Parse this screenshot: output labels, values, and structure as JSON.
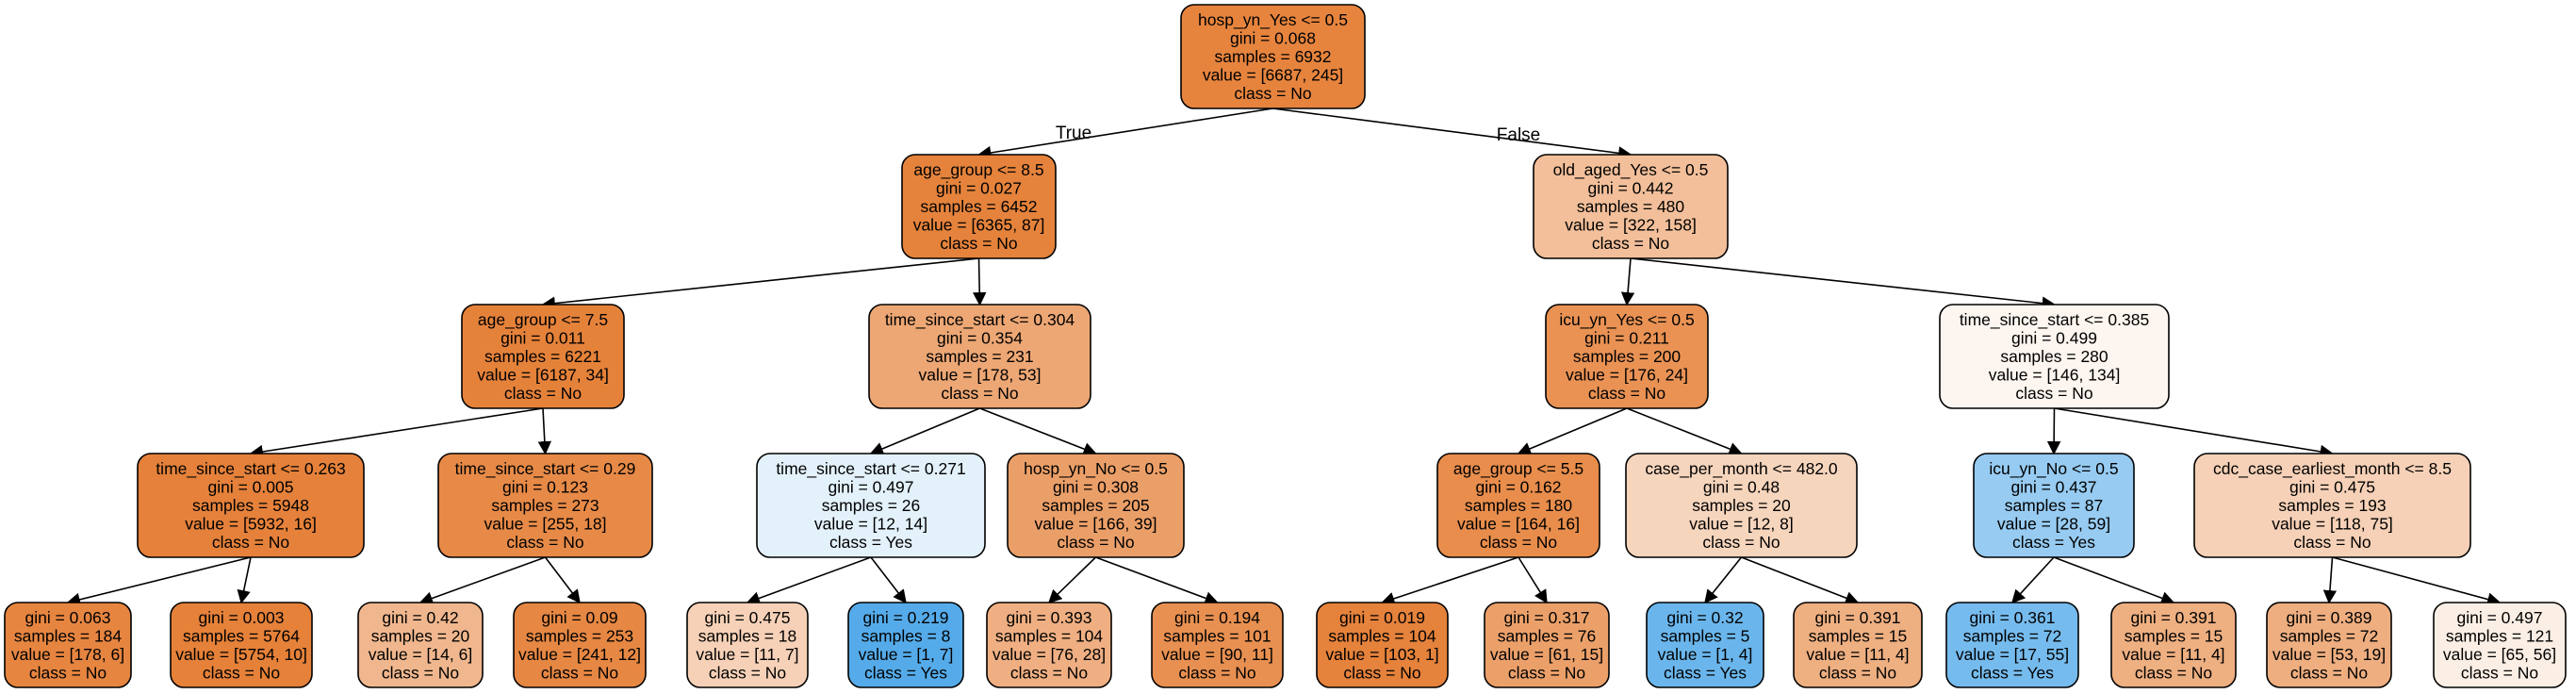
{
  "colors": {
    "class_no": "#e58139",
    "class_yes": "#399de5",
    "edge": "#000000"
  },
  "edge_labels": {
    "true_label": "True",
    "false_label": "False"
  },
  "nodes": [
    {
      "id": "n0",
      "lines": [
        "hosp_yn_Yes <= 0.5",
        "gini = 0.068",
        "samples = 6932",
        "value = [6687, 245]",
        "class = No"
      ],
      "fill": "#e6843e"
    },
    {
      "id": "n1",
      "lines": [
        "age_group <= 8.5",
        "gini = 0.027",
        "samples = 6452",
        "value = [6365, 87]",
        "class = No"
      ],
      "fill": "#e5833c"
    },
    {
      "id": "n2",
      "lines": [
        "age_group <= 7.5",
        "gini = 0.011",
        "samples = 6221",
        "value = [6187, 34]",
        "class = No"
      ],
      "fill": "#e5823a"
    },
    {
      "id": "n3",
      "lines": [
        "time_since_start <= 0.263",
        "gini = 0.005",
        "samples = 5948",
        "value = [5932, 16]",
        "class = No"
      ],
      "fill": "#e5813a"
    },
    {
      "id": "n4",
      "lines": [
        "gini = 0.063",
        "samples = 184",
        "value = [178, 6]",
        "class = No"
      ],
      "fill": "#e68540"
    },
    {
      "id": "n5",
      "lines": [
        "gini = 0.003",
        "samples = 5764",
        "value = [5754, 10]",
        "class = No"
      ],
      "fill": "#e58139"
    },
    {
      "id": "n6",
      "lines": [
        "time_since_start <= 0.29",
        "gini = 0.123",
        "samples = 273",
        "value = [255, 18]",
        "class = No"
      ],
      "fill": "#e78a47"
    },
    {
      "id": "n7",
      "lines": [
        "gini = 0.42",
        "samples = 20",
        "value = [14, 6]",
        "class = No"
      ],
      "fill": "#f0b78e"
    },
    {
      "id": "n8",
      "lines": [
        "gini = 0.09",
        "samples = 253",
        "value = [241, 12]",
        "class = No"
      ],
      "fill": "#e68743"
    },
    {
      "id": "n9",
      "lines": [
        "time_since_start <= 0.304",
        "gini = 0.354",
        "samples = 231",
        "value = [178, 53]",
        "class = No"
      ],
      "fill": "#eda774"
    },
    {
      "id": "n10",
      "lines": [
        "time_since_start <= 0.271",
        "gini = 0.497",
        "samples = 26",
        "value = [12, 14]",
        "class = Yes"
      ],
      "fill": "#e3f1fb"
    },
    {
      "id": "n11",
      "lines": [
        "gini = 0.475",
        "samples = 18",
        "value = [11, 7]",
        "class = No"
      ],
      "fill": "#f6d1b7"
    },
    {
      "id": "n12",
      "lines": [
        "gini = 0.219",
        "samples = 8",
        "value = [1, 7]",
        "class = Yes"
      ],
      "fill": "#55abe9"
    },
    {
      "id": "n13",
      "lines": [
        "hosp_yn_No <= 0.5",
        "gini = 0.308",
        "samples = 205",
        "value = [166, 39]",
        "class = No"
      ],
      "fill": "#eb9f68"
    },
    {
      "id": "n14",
      "lines": [
        "gini = 0.393",
        "samples = 104",
        "value = [76, 28]",
        "class = No"
      ],
      "fill": "#efaf82"
    },
    {
      "id": "n15",
      "lines": [
        "gini = 0.194",
        "samples = 101",
        "value = [90, 11]",
        "class = No"
      ],
      "fill": "#e89051"
    },
    {
      "id": "n16",
      "lines": [
        "old_aged_Yes <= 0.5",
        "gini = 0.442",
        "samples = 480",
        "value = [322, 158]",
        "class = No"
      ],
      "fill": "#f2bf9a"
    },
    {
      "id": "n17",
      "lines": [
        "icu_yn_Yes <= 0.5",
        "gini = 0.211",
        "samples = 200",
        "value = [176, 24]",
        "class = No"
      ],
      "fill": "#e99254"
    },
    {
      "id": "n18",
      "lines": [
        "age_group <= 5.5",
        "gini = 0.162",
        "samples = 180",
        "value = [164, 16]",
        "class = No"
      ],
      "fill": "#e88d4c"
    },
    {
      "id": "n19",
      "lines": [
        "gini = 0.019",
        "samples = 104",
        "value = [103, 1]",
        "class = No"
      ],
      "fill": "#e5823b"
    },
    {
      "id": "n20",
      "lines": [
        "gini = 0.317",
        "samples = 76",
        "value = [61, 15]",
        "class = No"
      ],
      "fill": "#eba06a"
    },
    {
      "id": "n21",
      "lines": [
        "case_per_month <= 482.0",
        "gini = 0.48",
        "samples = 20",
        "value = [12, 8]",
        "class = No"
      ],
      "fill": "#f6d5bd"
    },
    {
      "id": "n22",
      "lines": [
        "gini = 0.32",
        "samples = 5",
        "value = [1, 4]",
        "class = Yes"
      ],
      "fill": "#6ab6ec"
    },
    {
      "id": "n23",
      "lines": [
        "gini = 0.391",
        "samples = 15",
        "value = [11, 4]",
        "class = No"
      ],
      "fill": "#eeaf81"
    },
    {
      "id": "n24",
      "lines": [
        "time_since_start <= 0.385",
        "gini = 0.499",
        "samples = 280",
        "value = [146, 134]",
        "class = No"
      ],
      "fill": "#fdf5ef"
    },
    {
      "id": "n25",
      "lines": [
        "icu_yn_No <= 0.5",
        "gini = 0.437",
        "samples = 87",
        "value = [28, 59]",
        "class = Yes"
      ],
      "fill": "#97cbf1"
    },
    {
      "id": "n26",
      "lines": [
        "gini = 0.361",
        "samples = 72",
        "value = [17, 55]",
        "class = Yes"
      ],
      "fill": "#76bbed"
    },
    {
      "id": "n27",
      "lines": [
        "gini = 0.391",
        "samples = 15",
        "value = [11, 4]",
        "class = No"
      ],
      "fill": "#eeaf81"
    },
    {
      "id": "n28",
      "lines": [
        "cdc_case_earliest_month <= 8.5",
        "gini = 0.475",
        "samples = 193",
        "value = [118, 75]",
        "class = No"
      ],
      "fill": "#f6d1b7"
    },
    {
      "id": "n29",
      "lines": [
        "gini = 0.389",
        "samples = 72",
        "value = [53, 19]",
        "class = No"
      ],
      "fill": "#eeae80"
    },
    {
      "id": "n30",
      "lines": [
        "gini = 0.497",
        "samples = 121",
        "value = [65, 56]",
        "class = No"
      ],
      "fill": "#fbeee4"
    }
  ],
  "edges": [
    [
      "n0",
      "n1"
    ],
    [
      "n0",
      "n16"
    ],
    [
      "n1",
      "n2"
    ],
    [
      "n1",
      "n9"
    ],
    [
      "n2",
      "n3"
    ],
    [
      "n2",
      "n6"
    ],
    [
      "n3",
      "n4"
    ],
    [
      "n3",
      "n5"
    ],
    [
      "n6",
      "n7"
    ],
    [
      "n6",
      "n8"
    ],
    [
      "n9",
      "n10"
    ],
    [
      "n9",
      "n13"
    ],
    [
      "n10",
      "n11"
    ],
    [
      "n10",
      "n12"
    ],
    [
      "n13",
      "n14"
    ],
    [
      "n13",
      "n15"
    ],
    [
      "n16",
      "n17"
    ],
    [
      "n16",
      "n24"
    ],
    [
      "n17",
      "n18"
    ],
    [
      "n17",
      "n21"
    ],
    [
      "n18",
      "n19"
    ],
    [
      "n18",
      "n20"
    ],
    [
      "n21",
      "n22"
    ],
    [
      "n21",
      "n23"
    ],
    [
      "n24",
      "n25"
    ],
    [
      "n24",
      "n28"
    ],
    [
      "n25",
      "n26"
    ],
    [
      "n25",
      "n27"
    ],
    [
      "n28",
      "n29"
    ],
    [
      "n28",
      "n30"
    ]
  ]
}
